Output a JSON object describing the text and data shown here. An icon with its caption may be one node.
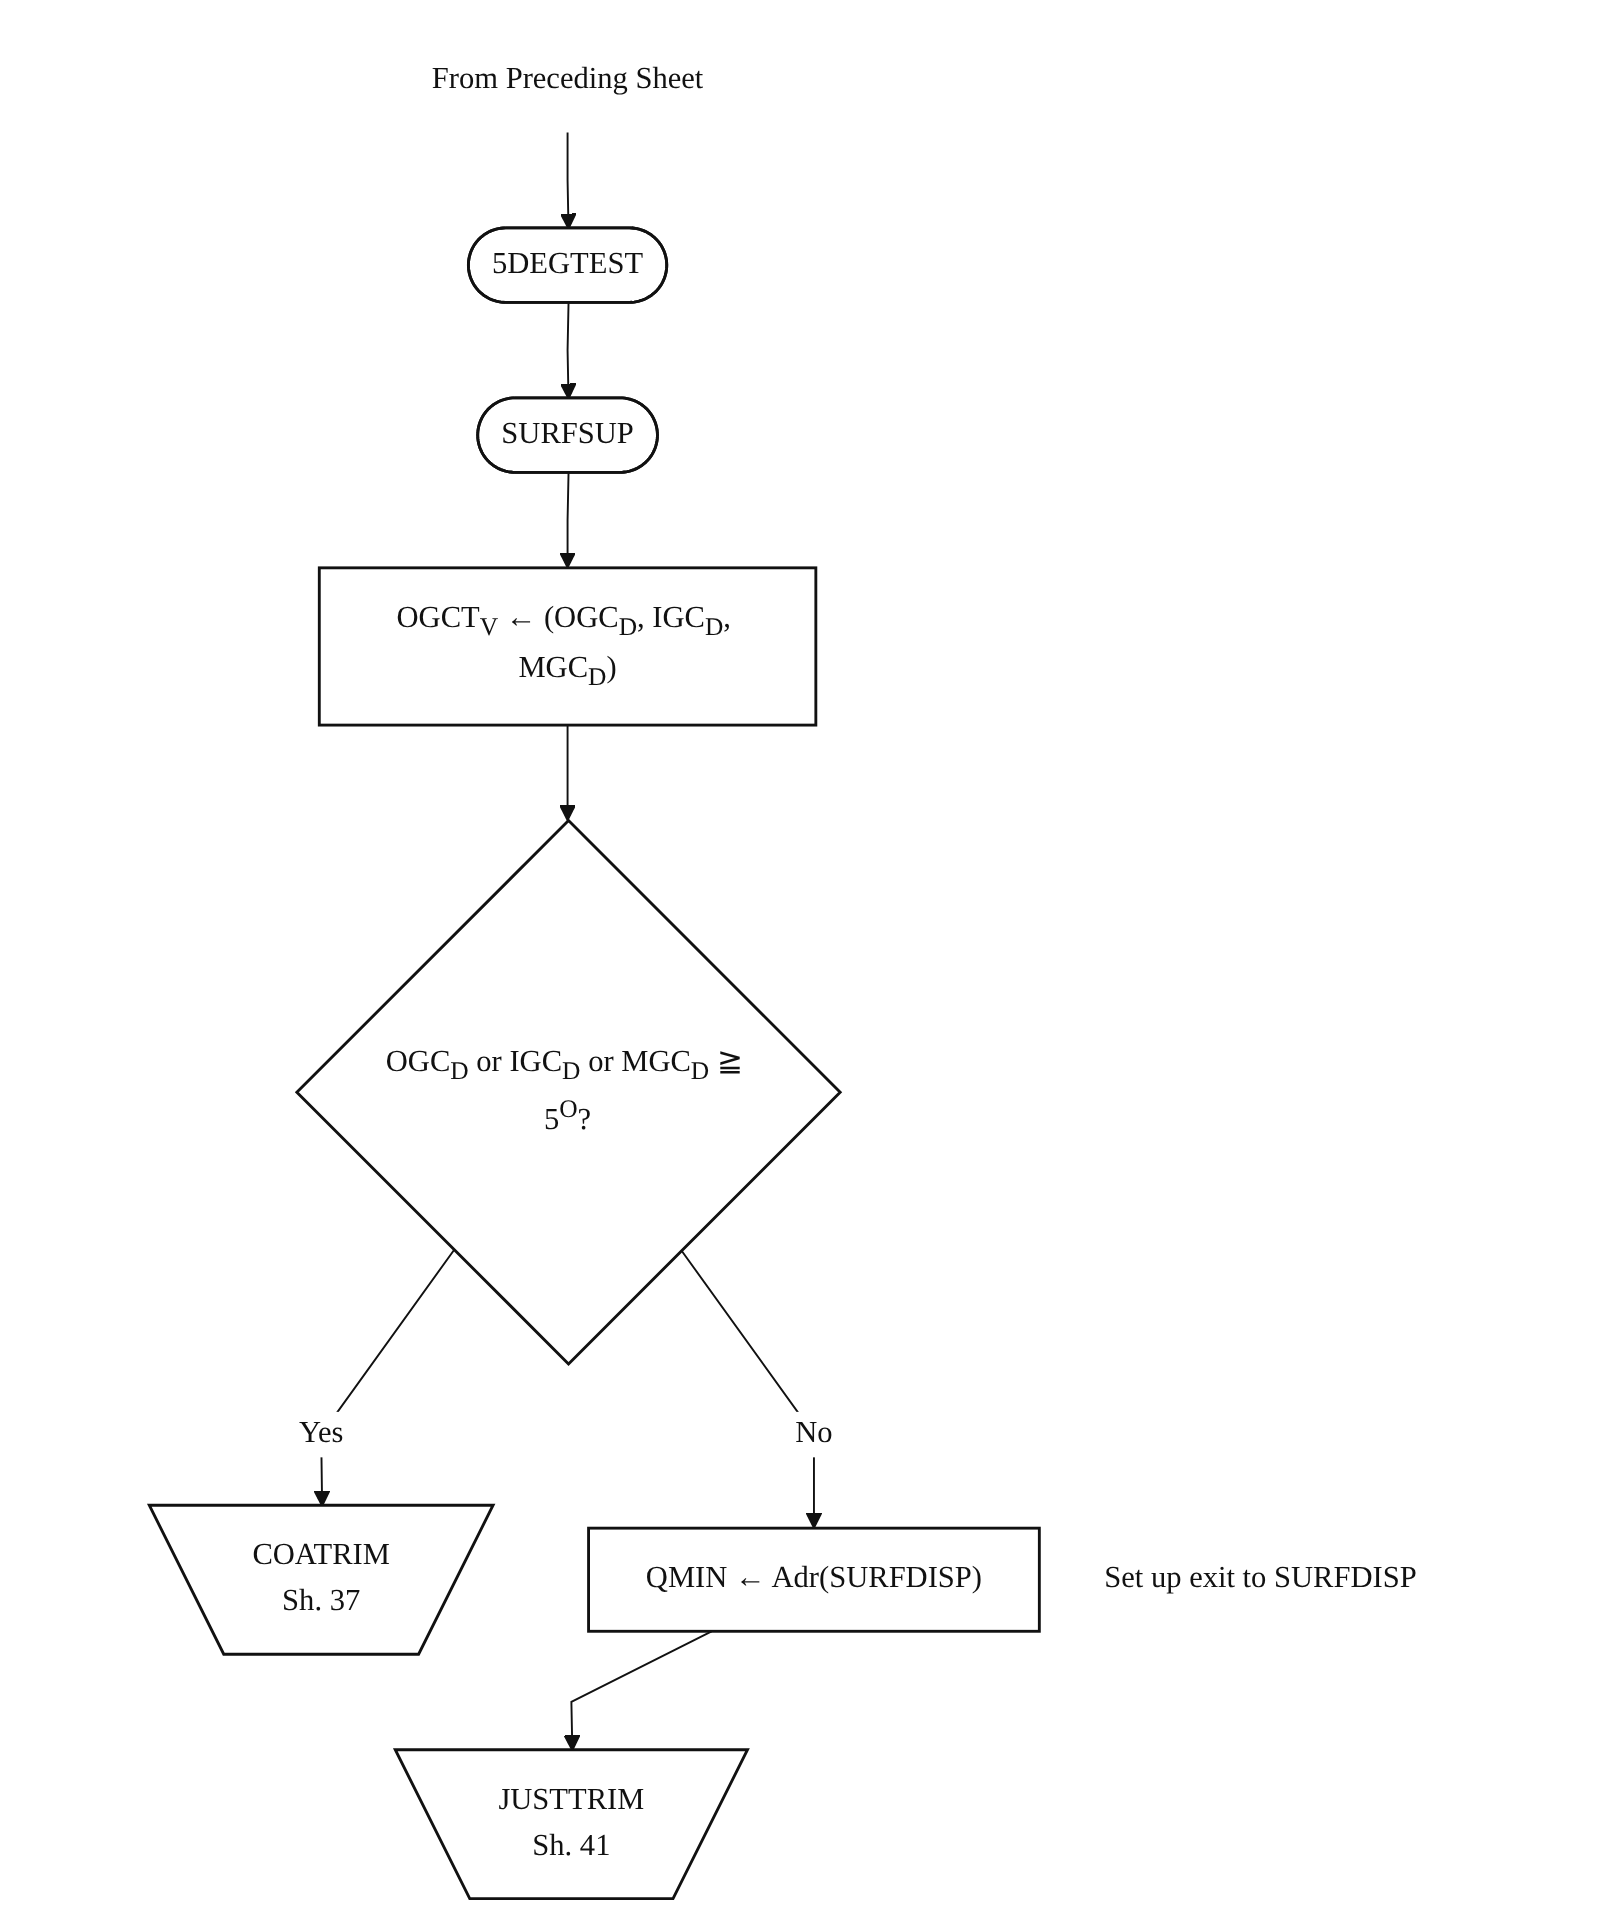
{
  "diagram": {
    "nodes": [
      {
        "text": [
          "From Preceding Sheet"
        ]
      },
      {
        "text": [
          "5DEGTEST"
        ]
      },
      {
        "text": [
          "SURFSUP"
        ]
      },
      {
        "text": [
          "OGCT$_{V}$ ← (OGC$_{D}$, IGC$_{D}$, MGC$_{D}$)"
        ]
      },
      {
        "text": [
          "OGC$_{D}$ or IGC$_{D}$ or MGC$_{D}$ ≧ 5$^{O}$?"
        ]
      },
      {
        "text": [
          "COATRIM",
          "Sh. 37"
        ]
      },
      {
        "text": [
          "QMIN ← Adr(SURFDISP)"
        ],
        "beside": [
          "Set up exit to SURFDISP"
        ]
      },
      {
        "text": [
          "JUSTTRIM",
          "Sh. 41"
        ]
      }
    ],
    "edges": [
      {
        "from": 0,
        "to": 1,
        "arrow": "to"
      },
      {
        "from": 1,
        "to": 2,
        "arrow": "to"
      },
      {
        "from": 2,
        "to": 3,
        "arrow": "to"
      },
      {
        "from": 3,
        "to": 4,
        "arrow": "to"
      },
      {
        "from": 4,
        "to": 5,
        "arrow": "to",
        "label": "Yes"
      },
      {
        "from": 4,
        "to": 6,
        "arrow": "to",
        "label": "No"
      },
      {
        "from": 6,
        "to": 7,
        "arrow": "to"
      }
    ]
  }
}
